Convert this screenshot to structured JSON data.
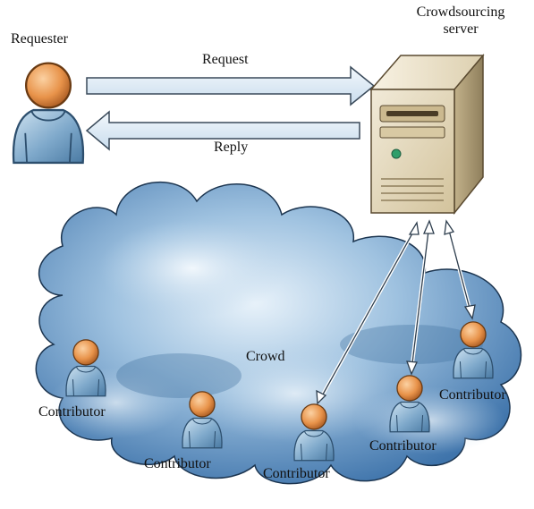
{
  "requester": {
    "label": "Requester"
  },
  "server": {
    "label_line1": "Crowdsourcing",
    "label_line2": "server"
  },
  "arrows": {
    "request_label": "Request",
    "reply_label": "Reply"
  },
  "crowd": {
    "label": "Crowd"
  },
  "contributors": [
    {
      "label": "Contributor"
    },
    {
      "label": "Contributor"
    },
    {
      "label": "Contributor"
    },
    {
      "label": "Contributor"
    },
    {
      "label": "Contributor"
    }
  ],
  "icons": {
    "person": "person-icon",
    "server": "server-icon",
    "cloud": "cloud-icon"
  },
  "colors": {
    "arrow_fill": "#dbe8f3",
    "arrow_stroke": "#3a4a5a",
    "cloud_dark": "#4a7fb5",
    "cloud_light": "#dceaf6",
    "server_body": "#e6dcc3",
    "server_shade": "#b9a985",
    "person_head": "#e59a52",
    "person_body": "#8fb6d6"
  }
}
